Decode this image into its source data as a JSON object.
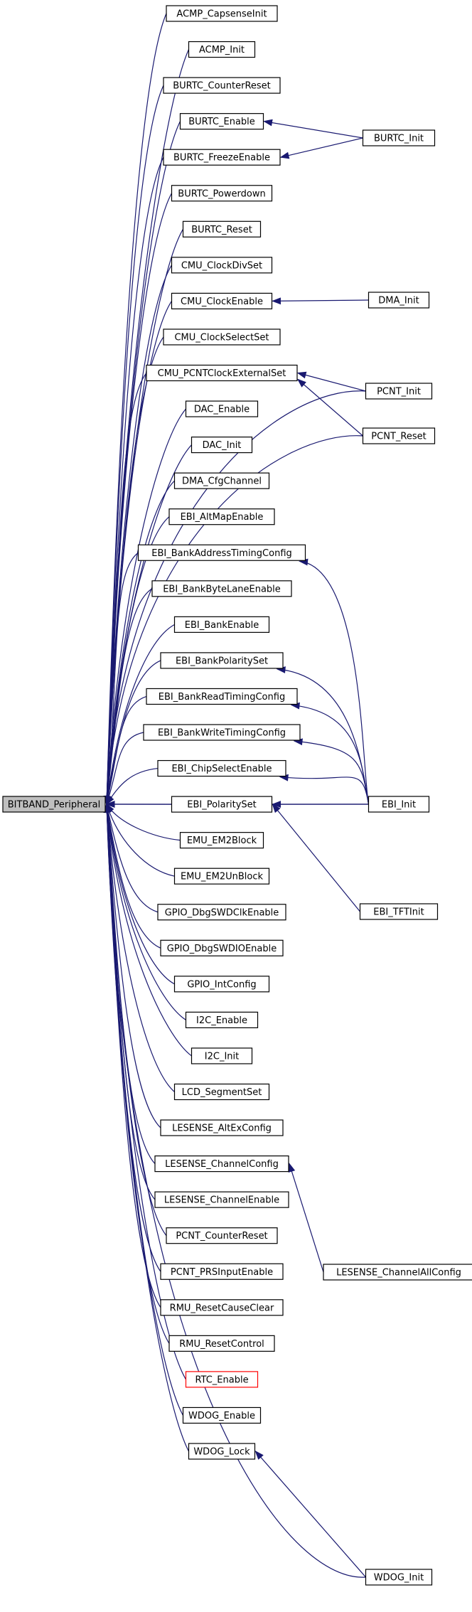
{
  "graph": {
    "root": "BITBAND_Peripheral",
    "callers": [
      "ACMP_CapsenseInit",
      "ACMP_Init",
      "BURTC_CounterReset",
      "BURTC_Enable",
      "BURTC_FreezeEnable",
      "BURTC_Powerdown",
      "BURTC_Reset",
      "CMU_ClockDivSet",
      "CMU_ClockEnable",
      "CMU_ClockSelectSet",
      "CMU_PCNTClockExternalSet",
      "DAC_Enable",
      "DAC_Init",
      "DMA_CfgChannel",
      "EBI_AltMapEnable",
      "EBI_BankAddressTimingConfig",
      "EBI_BankByteLaneEnable",
      "EBI_BankEnable",
      "EBI_BankPolaritySet",
      "EBI_BankReadTimingConfig",
      "EBI_BankWriteTimingConfig",
      "EBI_ChipSelectEnable",
      "EBI_PolaritySet",
      "EMU_EM2Block",
      "EMU_EM2UnBlock",
      "GPIO_DbgSWDClkEnable",
      "GPIO_DbgSWDIOEnable",
      "GPIO_IntConfig",
      "I2C_Enable",
      "I2C_Init",
      "LCD_SegmentSet",
      "LESENSE_AltExConfig",
      "LESENSE_ChannelConfig",
      "LESENSE_ChannelEnable",
      "PCNT_CounterReset",
      "PCNT_PRSInputEnable",
      "RMU_ResetCauseClear",
      "RMU_ResetControl",
      "RTC_Enable",
      "WDOG_Enable",
      "WDOG_Lock"
    ],
    "secondary": [
      "BURTC_Init",
      "DMA_Init",
      "PCNT_Init",
      "PCNT_Reset",
      "EBI_Init",
      "EBI_TFTInit",
      "LESENSE_ChannelAllConfig",
      "WDOG_Init"
    ],
    "edges": [
      [
        "BURTC_Init",
        "BURTC_Enable"
      ],
      [
        "BURTC_Init",
        "BURTC_FreezeEnable"
      ],
      [
        "DMA_Init",
        "CMU_ClockEnable"
      ],
      [
        "PCNT_Init",
        "CMU_PCNTClockExternalSet"
      ],
      [
        "PCNT_Init",
        "BITBAND_Peripheral"
      ],
      [
        "PCNT_Reset",
        "CMU_PCNTClockExternalSet"
      ],
      [
        "PCNT_Reset",
        "BITBAND_Peripheral"
      ],
      [
        "EBI_Init",
        "EBI_BankAddressTimingConfig"
      ],
      [
        "EBI_Init",
        "BITBAND_Peripheral"
      ],
      [
        "EBI_Init",
        "EBI_BankPolaritySet"
      ],
      [
        "EBI_Init",
        "EBI_BankReadTimingConfig"
      ],
      [
        "EBI_Init",
        "EBI_BankWriteTimingConfig"
      ],
      [
        "EBI_Init",
        "EBI_ChipSelectEnable"
      ],
      [
        "EBI_Init",
        "EBI_PolaritySet"
      ],
      [
        "EBI_TFTInit",
        "EBI_PolaritySet"
      ],
      [
        "LESENSE_ChannelAllConfig",
        "LESENSE_ChannelConfig"
      ],
      [
        "WDOG_Init",
        "WDOG_Lock"
      ],
      [
        "WDOG_Init",
        "BITBAND_Peripheral"
      ]
    ],
    "highlighted": [
      "RTC_Enable"
    ],
    "colors": {
      "edge": "#191970",
      "root_fill": "#bfbfbf",
      "highlight_border": "#ff0000"
    }
  }
}
